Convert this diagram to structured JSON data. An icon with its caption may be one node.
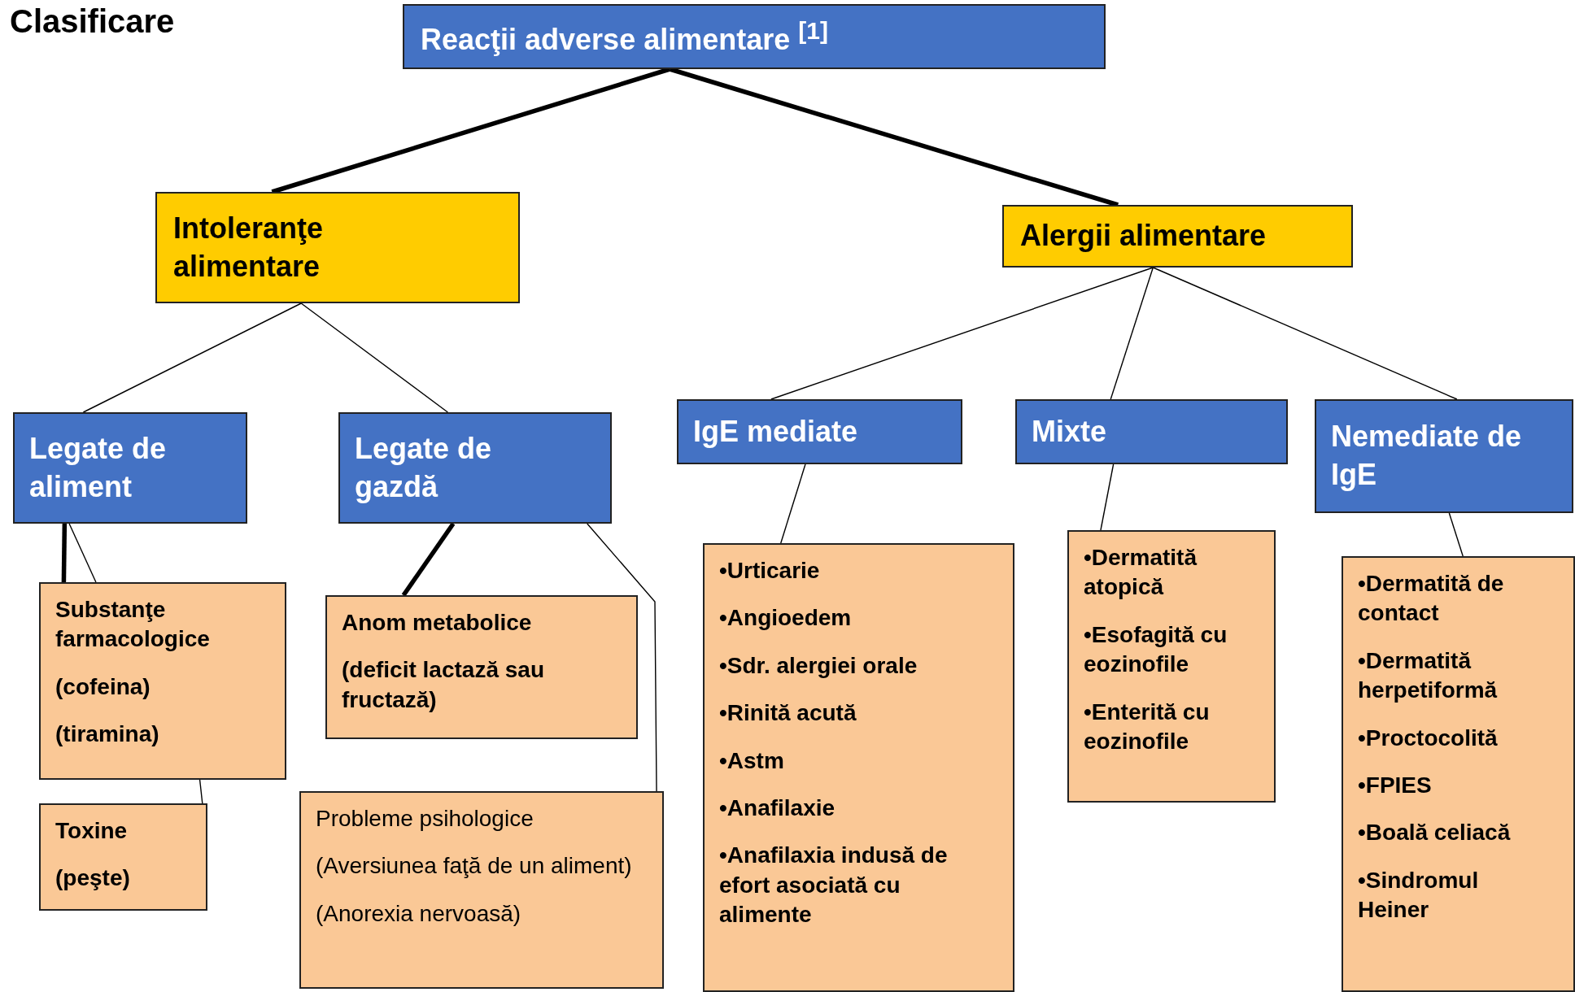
{
  "diagram": {
    "title": "Clasificare",
    "nodes": [
      {
        "text": [
          "Reacţii adverse alimentare $^{[1]}$"
        ]
      },
      {
        "text": [
          "Intoleranţe alimentare"
        ]
      },
      {
        "text": [
          "Alergii alimentare"
        ]
      },
      {
        "text": [
          "Legate de aliment"
        ]
      },
      {
        "text": [
          "Legate de gazdă"
        ]
      },
      {
        "text": [
          "IgE mediate"
        ]
      },
      {
        "text": [
          "Mixte"
        ]
      },
      {
        "text": [
          "Nemediate de IgE"
        ]
      },
      {
        "text": [
          "Substanţe farmacologice",
          "(cofeina)",
          "(tiramina)"
        ]
      },
      {
        "text": [
          "Anom metabolice",
          "(deficit lactază sau fructază)"
        ]
      },
      {
        "text": [
          "•Urticarie",
          "•Angioedem",
          "•Sdr. alergiei orale",
          "•Rinită acută",
          "•Astm",
          "•Anafilaxie",
          "•Anafilaxia indusă de efort asociată cu alimente"
        ]
      },
      {
        "text": [
          "•Dermatită atopică",
          "•Esofagită cu eozinofile",
          "•Enterită cu eozinofile"
        ]
      },
      {
        "text": [
          "•Dermatită de contact",
          "•Dermatită herpetiformă",
          "•Proctocolită",
          "•FPIES",
          "•Boală celiacă",
          "•Sindromul Heiner"
        ]
      },
      {
        "text": [
          "Toxine",
          "(peşte)"
        ]
      },
      {
        "text": [
          "Probleme psihologice",
          "(Aversiunea faţă de un aliment)",
          "(Anorexia nervoasă)"
        ]
      }
    ],
    "edges": [
      {
        "from": 0,
        "to": 1,
        "arrow": "none",
        "style": "thick"
      },
      {
        "from": 0,
        "to": 2,
        "arrow": "none",
        "style": "thick"
      },
      {
        "from": 1,
        "to": 3,
        "arrow": "none"
      },
      {
        "from": 1,
        "to": 4,
        "arrow": "none"
      },
      {
        "from": 2,
        "to": 5,
        "arrow": "none"
      },
      {
        "from": 2,
        "to": 6,
        "arrow": "none"
      },
      {
        "from": 2,
        "to": 7,
        "arrow": "none"
      },
      {
        "from": 3,
        "to": 8,
        "arrow": "none",
        "style": "thick"
      },
      {
        "from": 3,
        "to": 8,
        "arrow": "none"
      },
      {
        "from": 8,
        "to": 13,
        "arrow": "none"
      },
      {
        "from": 4,
        "to": 9,
        "arrow": "none",
        "style": "thick"
      },
      {
        "from": 4,
        "to": 14,
        "arrow": "none"
      },
      {
        "from": 5,
        "to": 10,
        "arrow": "none"
      },
      {
        "from": 6,
        "to": 11,
        "arrow": "none"
      },
      {
        "from": 7,
        "to": 12,
        "arrow": "none"
      }
    ]
  }
}
